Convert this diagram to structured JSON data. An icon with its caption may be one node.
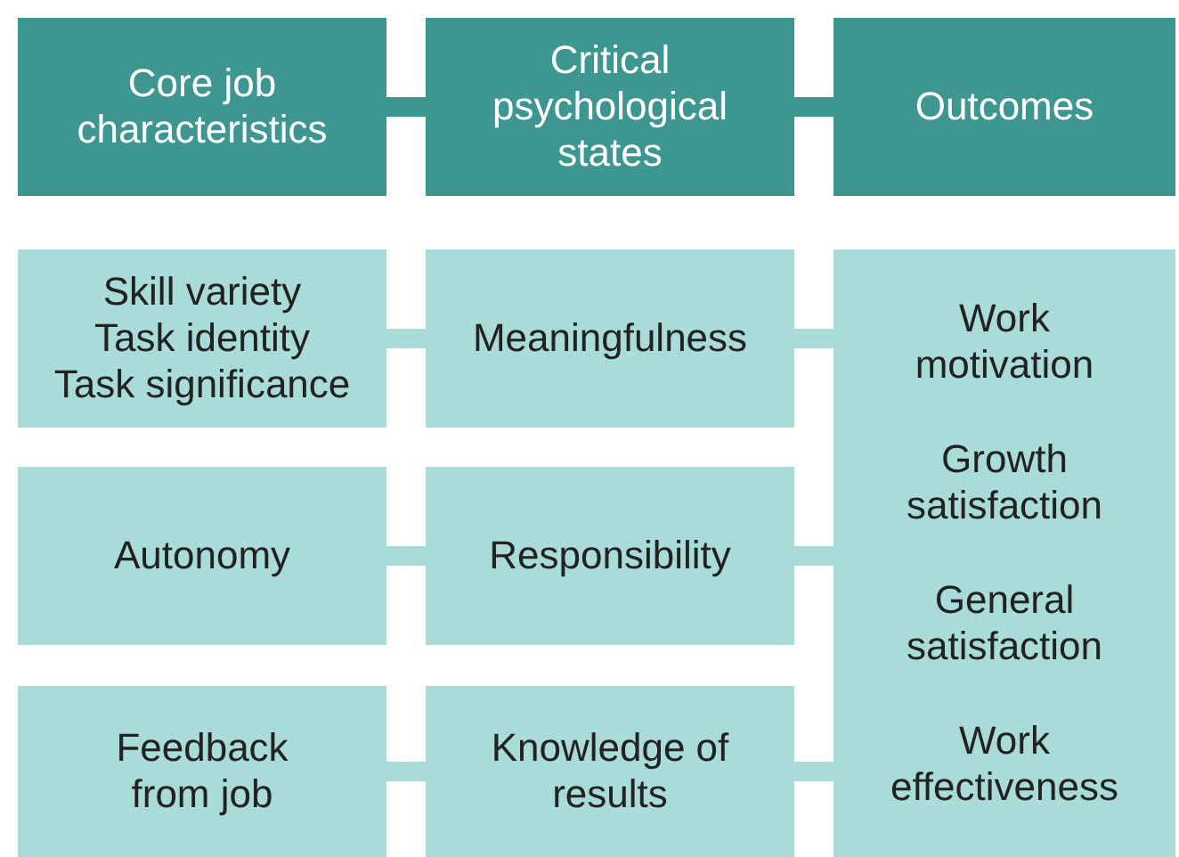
{
  "diagram": {
    "nodes": [
      {
        "text": [
          "Core job characteristics"
        ]
      },
      {
        "text": [
          "Critical psychological states"
        ]
      },
      {
        "text": [
          "Outcomes"
        ]
      },
      {
        "text": [
          "Skill variety",
          "Task identity",
          "Task significance"
        ]
      },
      {
        "text": [
          "Meaningfulness"
        ]
      },
      {
        "text": [
          "Work motivation",
          "Growth satisfaction",
          "General satisfaction",
          "Work effectiveness"
        ]
      },
      {
        "text": [
          "Autonomy"
        ]
      },
      {
        "text": [
          "Responsibility"
        ]
      },
      {
        "text": [
          "Feedback from job"
        ]
      },
      {
        "text": [
          "Knowledge of results"
        ]
      }
    ],
    "edges": [
      {
        "from": 0,
        "to": 1,
        "arrow": "none",
        "color": "#3e9690"
      },
      {
        "from": 1,
        "to": 2,
        "arrow": "none",
        "color": "#3e9690"
      },
      {
        "from": 3,
        "to": 4,
        "arrow": "none"
      },
      {
        "from": 4,
        "to": 5,
        "arrow": "none"
      },
      {
        "from": 6,
        "to": 7,
        "arrow": "none"
      },
      {
        "from": 7,
        "to": 5,
        "arrow": "none"
      },
      {
        "from": 8,
        "to": 9,
        "arrow": "none"
      },
      {
        "from": 9,
        "to": 5,
        "arrow": "none"
      }
    ]
  }
}
